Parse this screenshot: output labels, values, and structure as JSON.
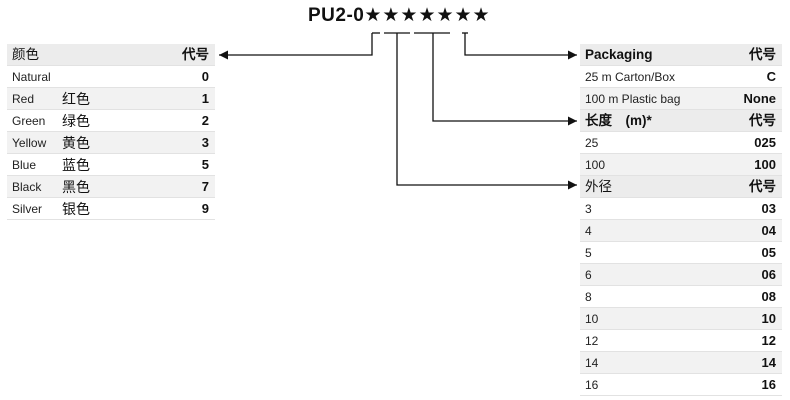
{
  "product_code": {
    "prefix": "PU2-0",
    "stars": "★★★★★★★"
  },
  "color_table": {
    "header_label": "颜色",
    "header_code": "代号",
    "rows": [
      {
        "en": "Natural",
        "zh": "",
        "code": "0"
      },
      {
        "en": "Red",
        "zh": "红色",
        "code": "1"
      },
      {
        "en": "Green",
        "zh": "绿色",
        "code": "2"
      },
      {
        "en": "Yellow",
        "zh": "黄色",
        "code": "3"
      },
      {
        "en": "Blue",
        "zh": "蓝色",
        "code": "5"
      },
      {
        "en": "Black",
        "zh": "黑色",
        "code": "7"
      },
      {
        "en": "Silver",
        "zh": "银色",
        "code": "9"
      }
    ]
  },
  "packaging_table": {
    "header_label": "Packaging",
    "header_code": "代号",
    "rows": [
      {
        "label": "25 m Carton/Box",
        "code": "C"
      },
      {
        "label": "100 m Plastic bag",
        "code": "None"
      }
    ]
  },
  "length_table": {
    "header_label": "长度　(m)*",
    "header_code": "代号",
    "rows": [
      {
        "label": "25",
        "code": "025"
      },
      {
        "label": "100",
        "code": "100"
      }
    ]
  },
  "outer_diameter_table": {
    "header_label": "外径",
    "header_code": "代号",
    "rows": [
      {
        "label": "3",
        "code": "03"
      },
      {
        "label": "4",
        "code": "04"
      },
      {
        "label": "5",
        "code": "05"
      },
      {
        "label": "6",
        "code": "06"
      },
      {
        "label": "8",
        "code": "08"
      },
      {
        "label": "10",
        "code": "10"
      },
      {
        "label": "12",
        "code": "12"
      },
      {
        "label": "14",
        "code": "14"
      },
      {
        "label": "16",
        "code": "16"
      }
    ]
  },
  "colors": {
    "header_bg": "#ececec",
    "alt_row_bg": "#f2f2f2",
    "line": "#111111"
  }
}
